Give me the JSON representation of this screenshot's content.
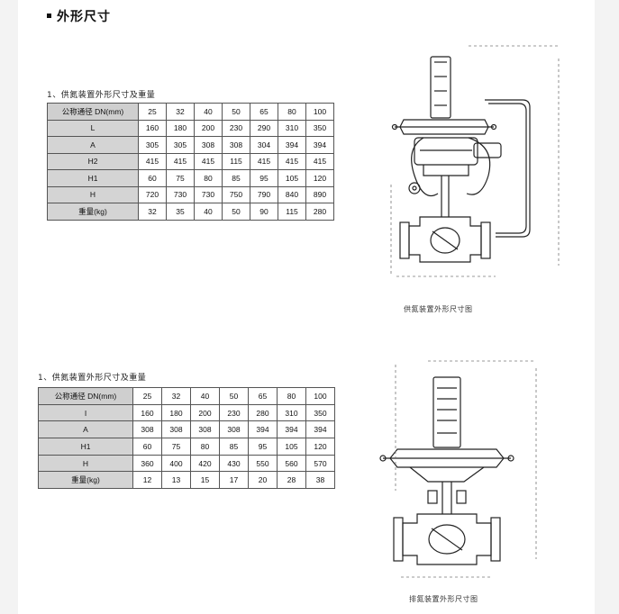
{
  "heading": "外形尺寸",
  "section1": {
    "caption": "1、供氮装置外形尺寸及重量",
    "rows": [
      {
        "label": "公称通径 DN(mm)",
        "values": [
          "25",
          "32",
          "40",
          "50",
          "65",
          "80",
          "100"
        ]
      },
      {
        "label": "L",
        "values": [
          "160",
          "180",
          "200",
          "230",
          "290",
          "310",
          "350"
        ]
      },
      {
        "label": "A",
        "values": [
          "305",
          "305",
          "308",
          "308",
          "304",
          "394",
          "394"
        ]
      },
      {
        "label": "H2",
        "values": [
          "415",
          "415",
          "415",
          "115",
          "415",
          "415",
          "415"
        ]
      },
      {
        "label": "H1",
        "values": [
          "60",
          "75",
          "80",
          "85",
          "95",
          "105",
          "120"
        ]
      },
      {
        "label": "H",
        "values": [
          "720",
          "730",
          "730",
          "750",
          "790",
          "840",
          "890"
        ]
      },
      {
        "label": "重量(kg)",
        "values": [
          "32",
          "35",
          "40",
          "50",
          "90",
          "115",
          "280"
        ]
      }
    ],
    "figure_caption": "供氮装置外形尺寸图"
  },
  "section2": {
    "caption": "1、供氮装置外形尺寸及重量",
    "rows": [
      {
        "label": "公称通径 DN(mm)",
        "values": [
          "25",
          "32",
          "40",
          "50",
          "65",
          "80",
          "100"
        ]
      },
      {
        "label": "I",
        "values": [
          "160",
          "180",
          "200",
          "230",
          "280",
          "310",
          "350"
        ]
      },
      {
        "label": "A",
        "values": [
          "308",
          "308",
          "308",
          "308",
          "394",
          "394",
          "394"
        ]
      },
      {
        "label": "H1",
        "values": [
          "60",
          "75",
          "80",
          "85",
          "95",
          "105",
          "120"
        ]
      },
      {
        "label": "H",
        "values": [
          "360",
          "400",
          "420",
          "430",
          "550",
          "560",
          "570"
        ]
      },
      {
        "label": "重量(kg)",
        "values": [
          "12",
          "13",
          "15",
          "17",
          "20",
          "28",
          "38"
        ]
      }
    ],
    "figure_caption": "排氮装置外形尺寸图"
  },
  "colors": {
    "page": "#ffffff",
    "outside": "#f3f3f3",
    "header_fill": "#d4d4d4",
    "line": "#555555"
  }
}
